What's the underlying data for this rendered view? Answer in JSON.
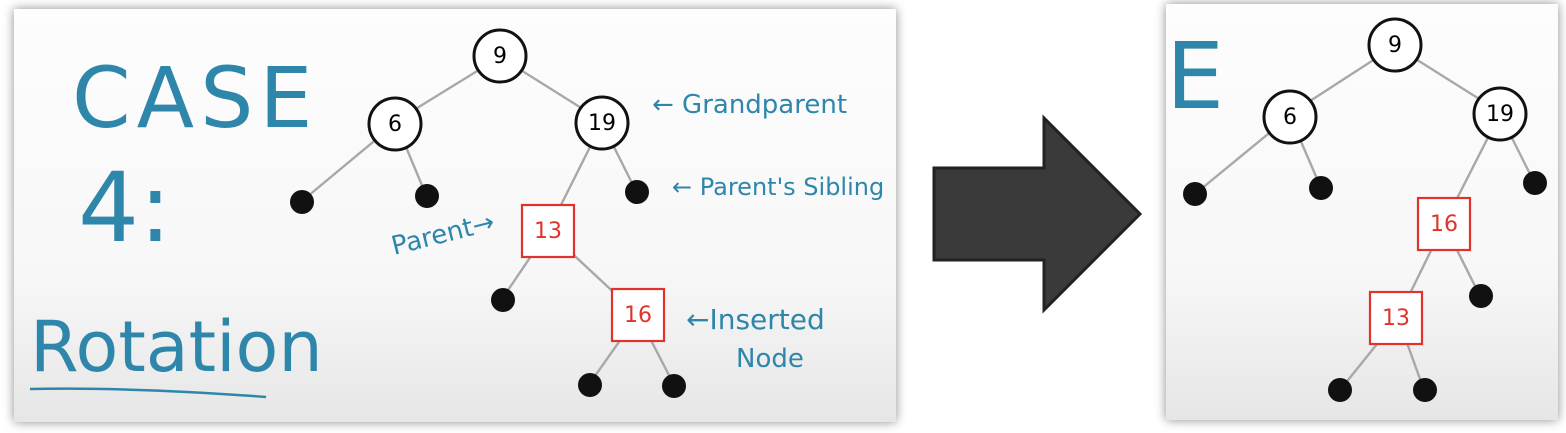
{
  "left": {
    "title_line1": "CASE",
    "title_line2": "4:",
    "subtitle": "Rotation",
    "nodes": {
      "root": "9",
      "left": "6",
      "grandparent": "19",
      "parent": "13",
      "inserted": "16"
    },
    "labels": {
      "grandparent": "← Grandparent",
      "sibling": "← Parent's Sibling",
      "parent": "Parent→",
      "inserted_line1": "←Inserted",
      "inserted_line2": "Node"
    }
  },
  "right": {
    "partial_letter": "E",
    "nodes": {
      "root": "9",
      "left": "6",
      "right": "19",
      "rotated_parent": "16",
      "rotated_child": "13"
    }
  },
  "colors": {
    "ink": "#2e86ab",
    "red": "#e0332c",
    "arrow": "#3a3a3a",
    "edge": "#a8a8a8"
  }
}
